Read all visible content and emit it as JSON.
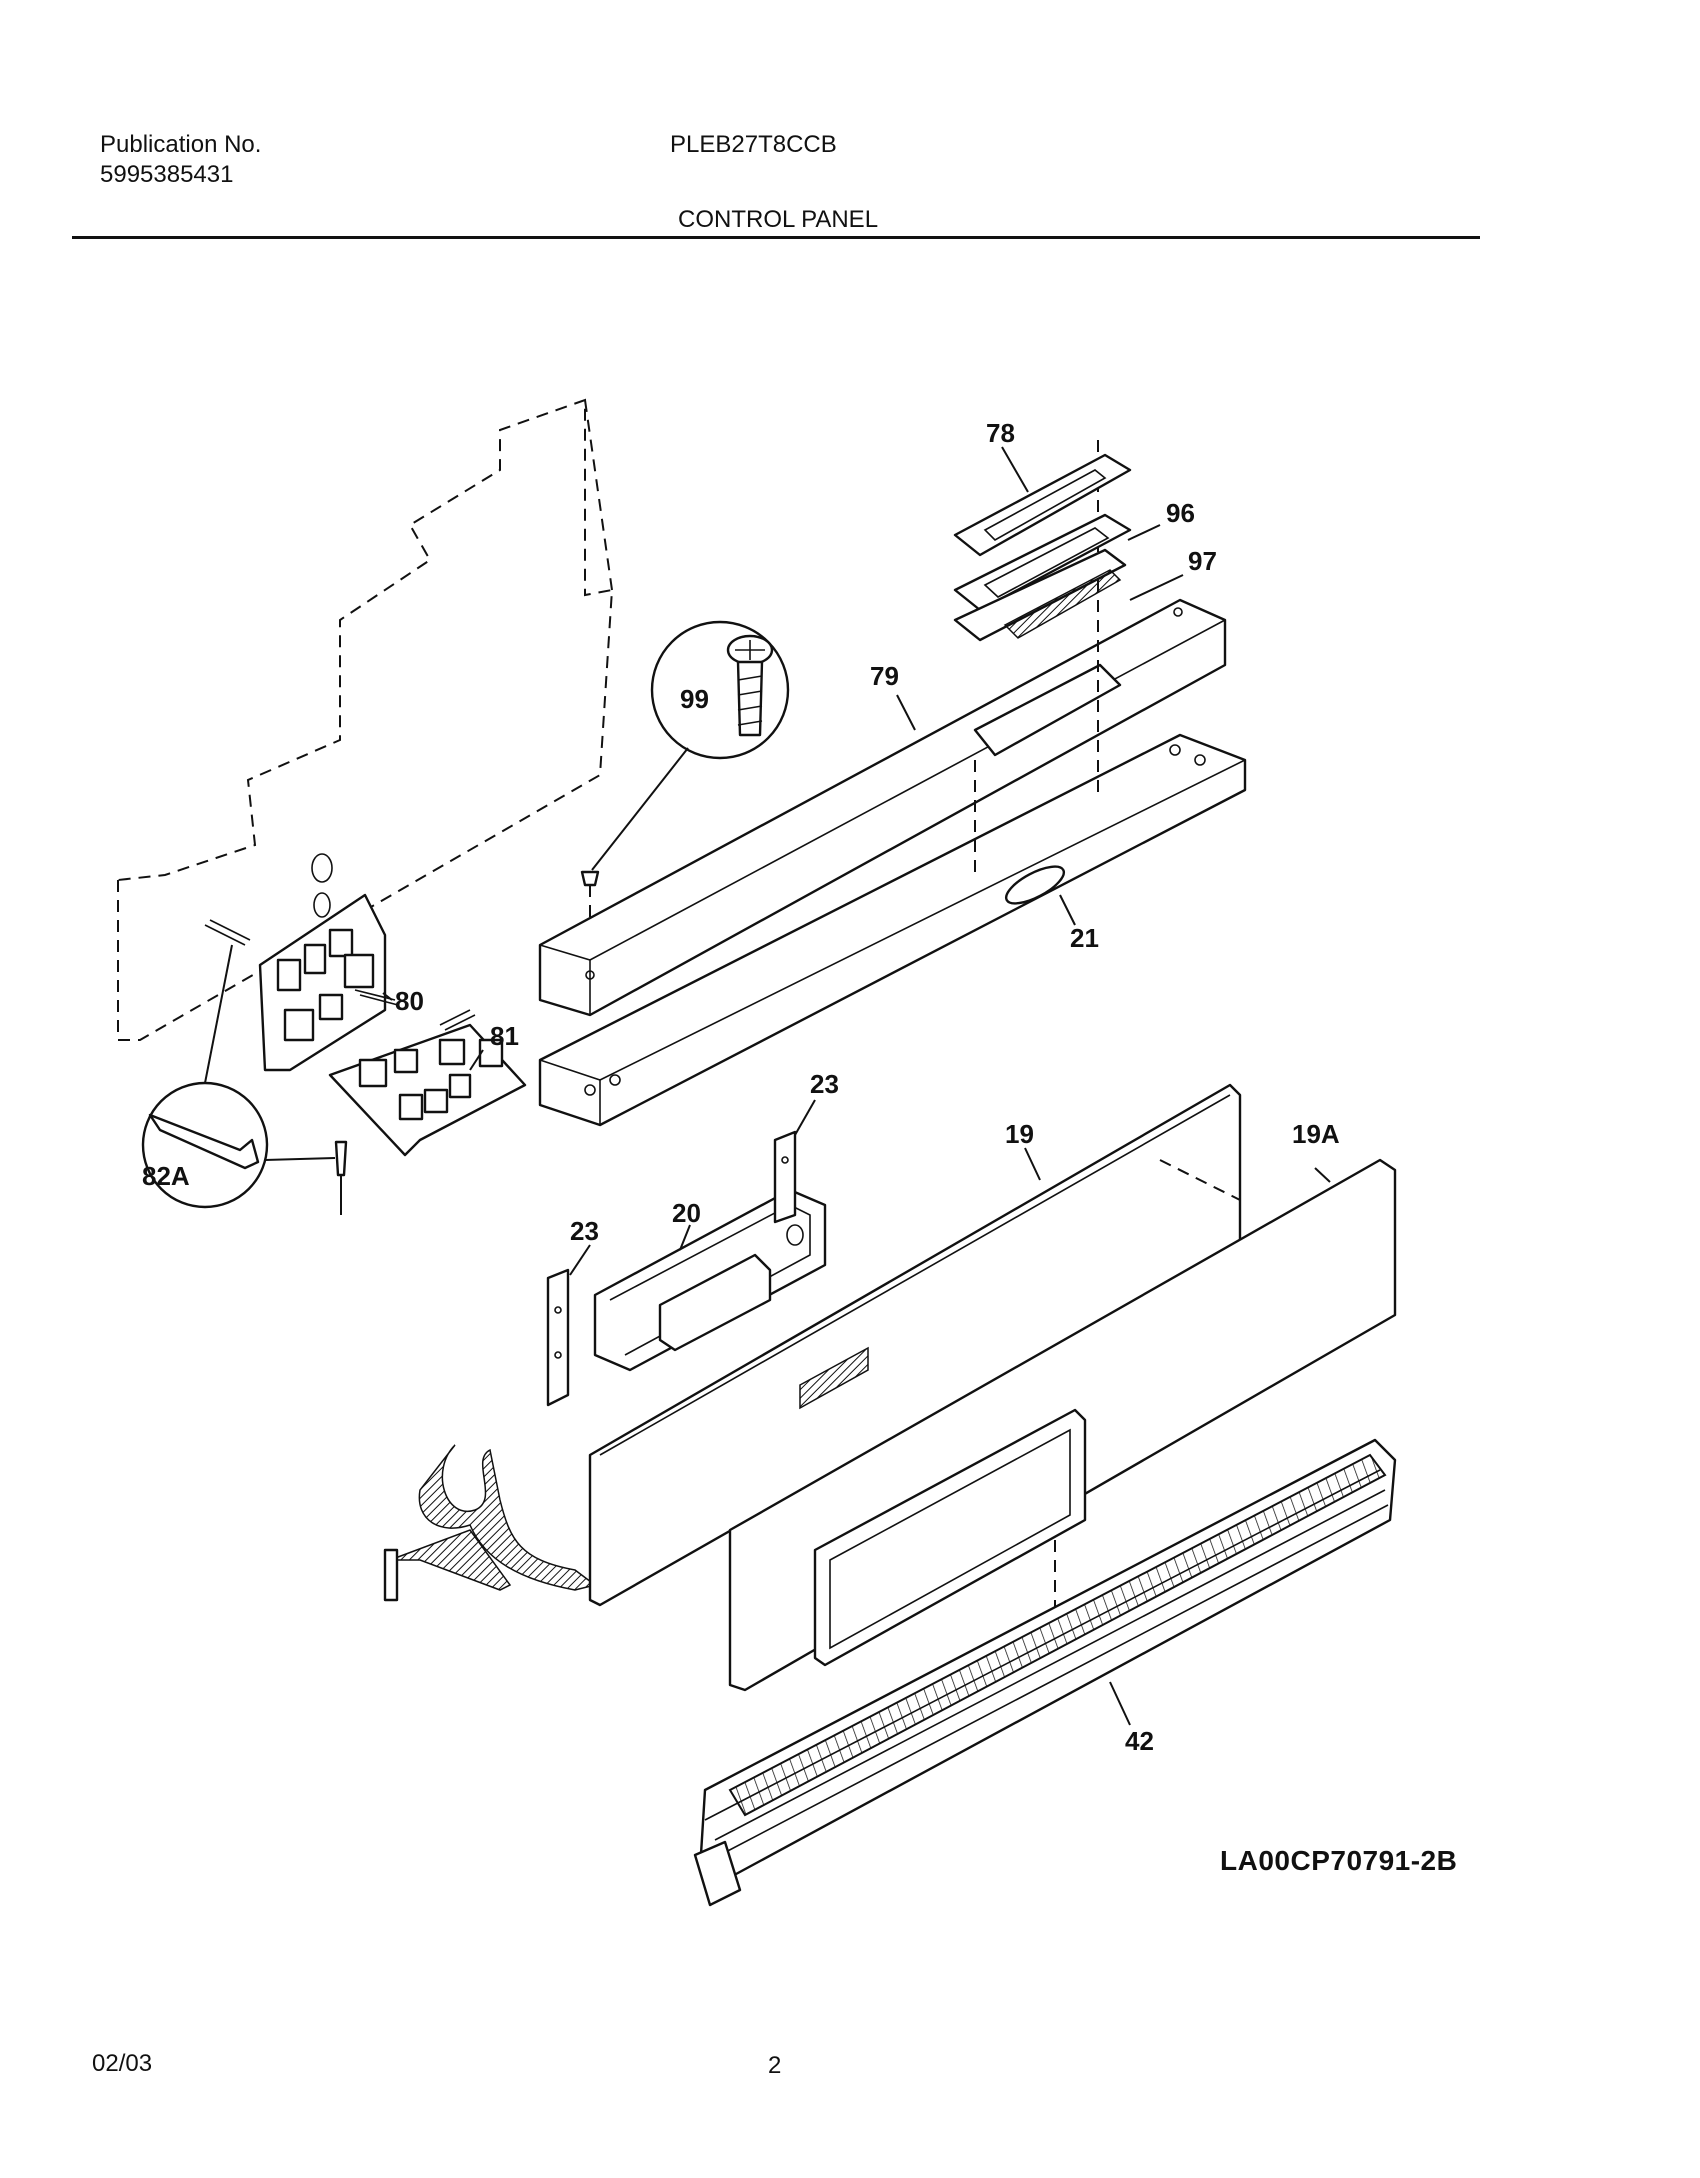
{
  "header": {
    "publication_label": "Publication No.",
    "publication_number": "5995385431",
    "model": "PLEB27T8CCB",
    "section_title": "CONTROL PANEL"
  },
  "diagram": {
    "code": "LA00CP70791-2B",
    "callouts": {
      "c78": "78",
      "c96": "96",
      "c97": "97",
      "c99": "99",
      "c79": "79",
      "c21": "21",
      "c80": "80",
      "c81": "81",
      "c82a": "82A",
      "c23a": "23",
      "c23b": "23",
      "c20": "20",
      "c19": "19",
      "c19a": "19A",
      "c42": "42"
    }
  },
  "footer": {
    "date": "02/03",
    "page": "2"
  }
}
